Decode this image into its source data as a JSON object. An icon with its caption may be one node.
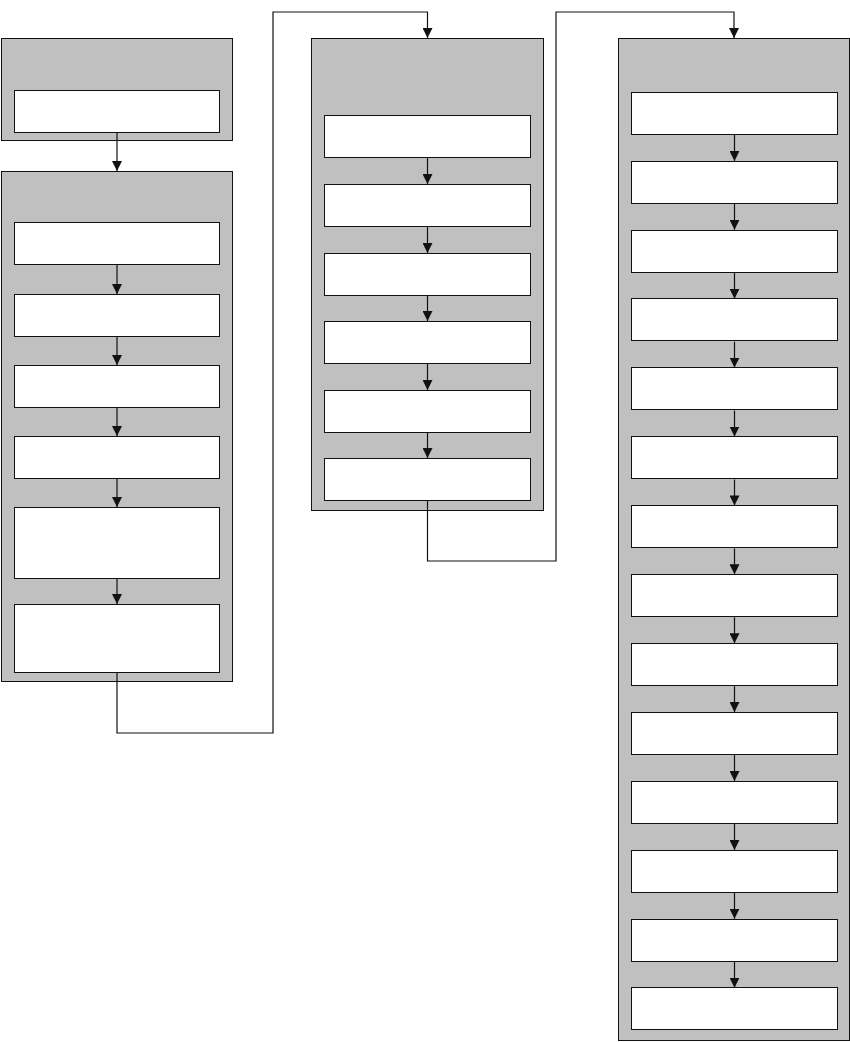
{
  "diagram": {
    "nodes": [
      {
        "text": [],
        "shape": "panel"
      },
      {
        "text": [],
        "shape": "box",
        "in": 0
      },
      {
        "text": [],
        "shape": "panel"
      },
      {
        "text": [],
        "shape": "box",
        "in": 2
      },
      {
        "text": [],
        "shape": "box",
        "in": 2
      },
      {
        "text": [],
        "shape": "box",
        "in": 2
      },
      {
        "text": [],
        "shape": "box",
        "in": 2
      },
      {
        "text": [],
        "shape": "box",
        "in": 2
      },
      {
        "text": [],
        "shape": "box",
        "in": 2
      },
      {
        "text": [],
        "shape": "panel"
      },
      {
        "text": [],
        "shape": "box",
        "in": 9
      },
      {
        "text": [],
        "shape": "box",
        "in": 9
      },
      {
        "text": [],
        "shape": "box",
        "in": 9
      },
      {
        "text": [],
        "shape": "box",
        "in": 9
      },
      {
        "text": [],
        "shape": "box",
        "in": 9
      },
      {
        "text": [],
        "shape": "box",
        "in": 9
      },
      {
        "text": [],
        "shape": "panel"
      },
      {
        "text": [],
        "shape": "box",
        "in": 16
      },
      {
        "text": [],
        "shape": "box",
        "in": 16
      },
      {
        "text": [],
        "shape": "box",
        "in": 16
      },
      {
        "text": [],
        "shape": "box",
        "in": 16
      },
      {
        "text": [],
        "shape": "box",
        "in": 16
      },
      {
        "text": [],
        "shape": "box",
        "in": 16
      },
      {
        "text": [],
        "shape": "box",
        "in": 16
      },
      {
        "text": [],
        "shape": "box",
        "in": 16
      },
      {
        "text": [],
        "shape": "box",
        "in": 16
      },
      {
        "text": [],
        "shape": "box",
        "in": 16
      },
      {
        "text": [],
        "shape": "box",
        "in": 16
      },
      {
        "text": [],
        "shape": "box",
        "in": 16
      },
      {
        "text": [],
        "shape": "box",
        "in": 16
      },
      {
        "text": [],
        "shape": "box",
        "in": 16
      }
    ],
    "edges": [
      {
        "from": 1,
        "to": 2,
        "arrow": "to"
      },
      {
        "from": 3,
        "to": 4,
        "arrow": "to"
      },
      {
        "from": 4,
        "to": 5,
        "arrow": "to"
      },
      {
        "from": 5,
        "to": 6,
        "arrow": "to"
      },
      {
        "from": 6,
        "to": 7,
        "arrow": "to"
      },
      {
        "from": 7,
        "to": 8,
        "arrow": "to"
      },
      {
        "from": 8,
        "to": 9,
        "arrow": "to"
      },
      {
        "from": 10,
        "to": 11,
        "arrow": "to"
      },
      {
        "from": 11,
        "to": 12,
        "arrow": "to"
      },
      {
        "from": 12,
        "to": 13,
        "arrow": "to"
      },
      {
        "from": 13,
        "to": 14,
        "arrow": "to"
      },
      {
        "from": 14,
        "to": 15,
        "arrow": "to"
      },
      {
        "from": 15,
        "to": 16,
        "arrow": "to"
      },
      {
        "from": 17,
        "to": 18,
        "arrow": "to"
      },
      {
        "from": 18,
        "to": 19,
        "arrow": "to"
      },
      {
        "from": 19,
        "to": 20,
        "arrow": "to"
      },
      {
        "from": 20,
        "to": 21,
        "arrow": "to"
      },
      {
        "from": 21,
        "to": 22,
        "arrow": "to"
      },
      {
        "from": 22,
        "to": 23,
        "arrow": "to"
      },
      {
        "from": 23,
        "to": 24,
        "arrow": "to"
      },
      {
        "from": 24,
        "to": 25,
        "arrow": "to"
      },
      {
        "from": 25,
        "to": 26,
        "arrow": "to"
      },
      {
        "from": 26,
        "to": 27,
        "arrow": "to"
      },
      {
        "from": 27,
        "to": 28,
        "arrow": "to"
      },
      {
        "from": 28,
        "to": 29,
        "arrow": "to"
      },
      {
        "from": 29,
        "to": 30,
        "arrow": "to"
      }
    ]
  }
}
